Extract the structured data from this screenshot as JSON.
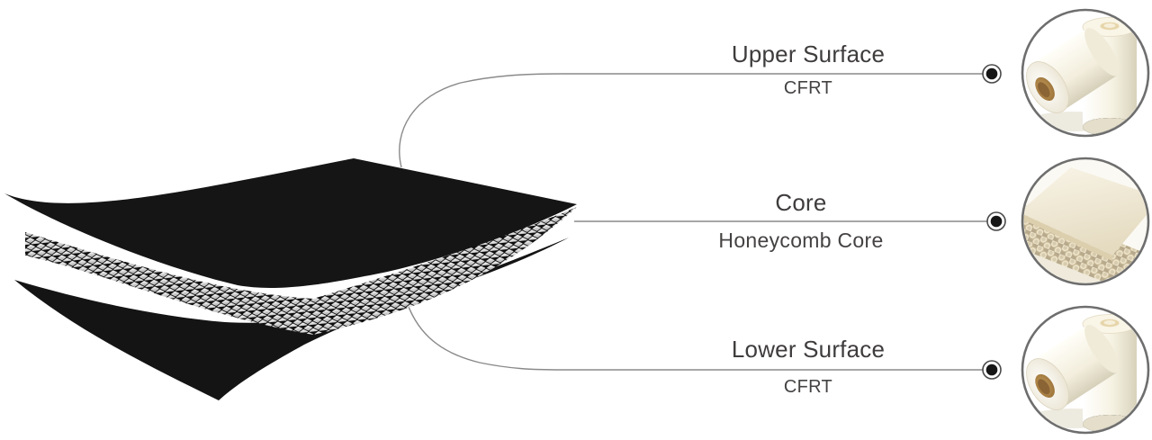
{
  "illustration": {
    "name": "sandwich-panel-exploded-view",
    "layers": [
      "upper-skin-sheet",
      "honeycomb-core",
      "lower-skin-sheet"
    ]
  },
  "callouts": {
    "upper": {
      "title": "Upper Surface",
      "subtitle": "CFRT",
      "photo": "cfrt-fabric-rolls-photo"
    },
    "core": {
      "title": "Core",
      "subtitle": "Honeycomb Core",
      "photo": "honeycomb-core-photo"
    },
    "lower": {
      "title": "Lower Surface",
      "subtitle": "CFRT",
      "photo": "cfrt-fabric-rolls-photo"
    }
  },
  "colors": {
    "background": "#ffffff",
    "sheet_black": "#151515",
    "leader_line": "#8a8a8a",
    "label_text": "#3f3c3c",
    "marker_dot": "#161616",
    "photo_ring": "#6e6e6e",
    "roll_cream": "#f4efdd",
    "roll_core_tan": "#b4884b",
    "honeycomb_beige": "#cabfa4"
  }
}
